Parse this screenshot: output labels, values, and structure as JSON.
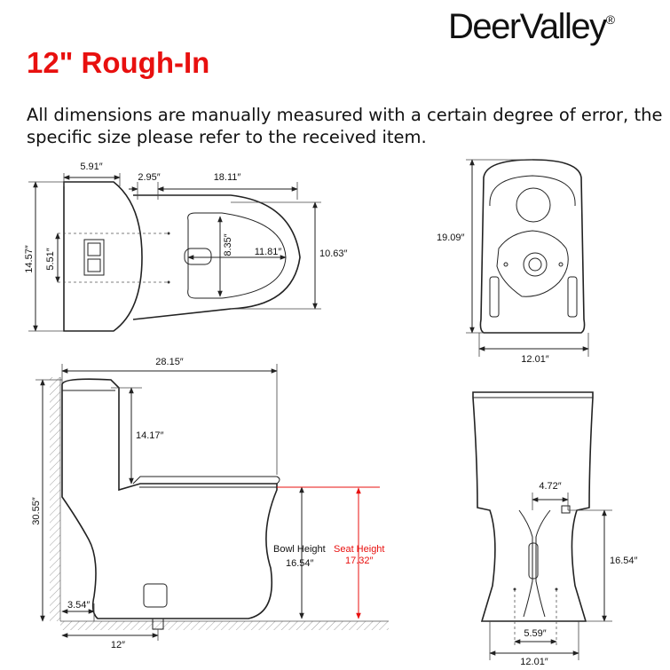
{
  "brand": {
    "name": "DeerValley",
    "mark": "®"
  },
  "title": "12\" Rough-In",
  "disclaimer": "All dimensions are manually measured with a certain degree of error, the specific size please refer to the received item.",
  "top_view": {
    "tank_depth": "5.91″",
    "gap": "2.95″",
    "bowl_length": "18.11″",
    "overall_width": "14.57″",
    "button_height": "5.51″",
    "bowl_opening_width": "8.35″",
    "bowl_opening_length": "11.81″",
    "bowl_width": "10.63″"
  },
  "rear_top_view": {
    "length": "19.09″",
    "width": "12.01″"
  },
  "side_view": {
    "overall_length": "28.15″",
    "tank_height": "14.17″",
    "overall_height": "30.55″",
    "base_to_wall": "3.54″",
    "rough_in": "12″",
    "bowl_height_label": "Bowl Height",
    "bowl_height": "16.54″",
    "seat_height_label": "Seat Height",
    "seat_height": "17.32″"
  },
  "front_view": {
    "top_offset": "4.72″",
    "height": "16.54″",
    "base_width": "5.59″",
    "overall_width": "12.01″"
  },
  "colors": {
    "title": "#e8100f",
    "seat_height": "#e8100f",
    "line": "#222222"
  }
}
